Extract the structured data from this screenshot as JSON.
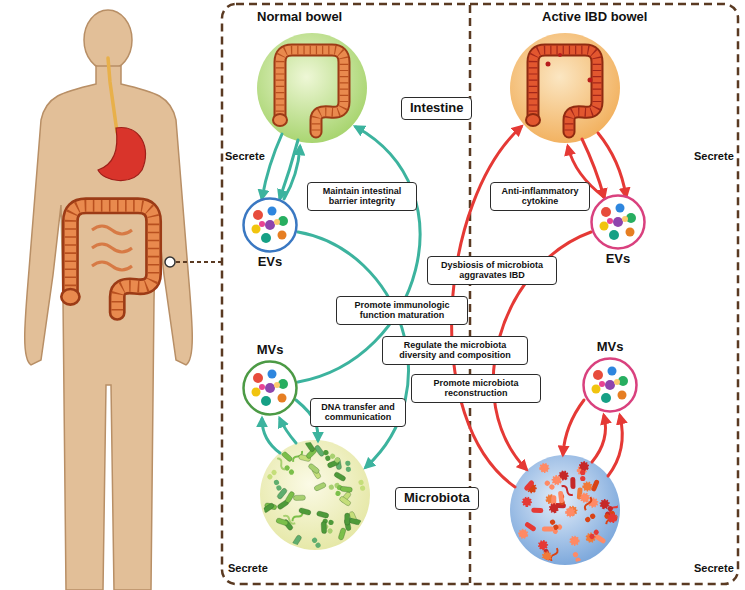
{
  "diagram": {
    "nodes": [
      {
        "text": [
          "Intestine"
        ]
      },
      {
        "text": [
          "Maintain intestinal barrier integrity"
        ]
      },
      {
        "text": [
          "Anti-inflammatory cytokine"
        ]
      },
      {
        "text": [
          "EVs"
        ]
      },
      {
        "text": [
          "EVs"
        ]
      },
      {
        "text": [
          "Dysbiosis of microbiota aggravates IBD"
        ]
      },
      {
        "text": [
          "Promote immunologic function maturation"
        ]
      },
      {
        "text": [
          "Regulate the microbiota diversity and composition"
        ]
      },
      {
        "text": [
          "MVs"
        ]
      },
      {
        "text": [
          "Promote microbiota reconstruction"
        ]
      },
      {
        "text": [
          "MVs"
        ]
      },
      {
        "text": [
          "DNA transfer and communication"
        ]
      },
      {
        "text": [
          "Microbiota"
        ]
      }
    ],
    "labels": [
      "Normal bowel",
      "Active IBD bowel",
      "Secrete",
      "Secrete",
      "Secrete",
      "Secrete"
    ]
  }
}
